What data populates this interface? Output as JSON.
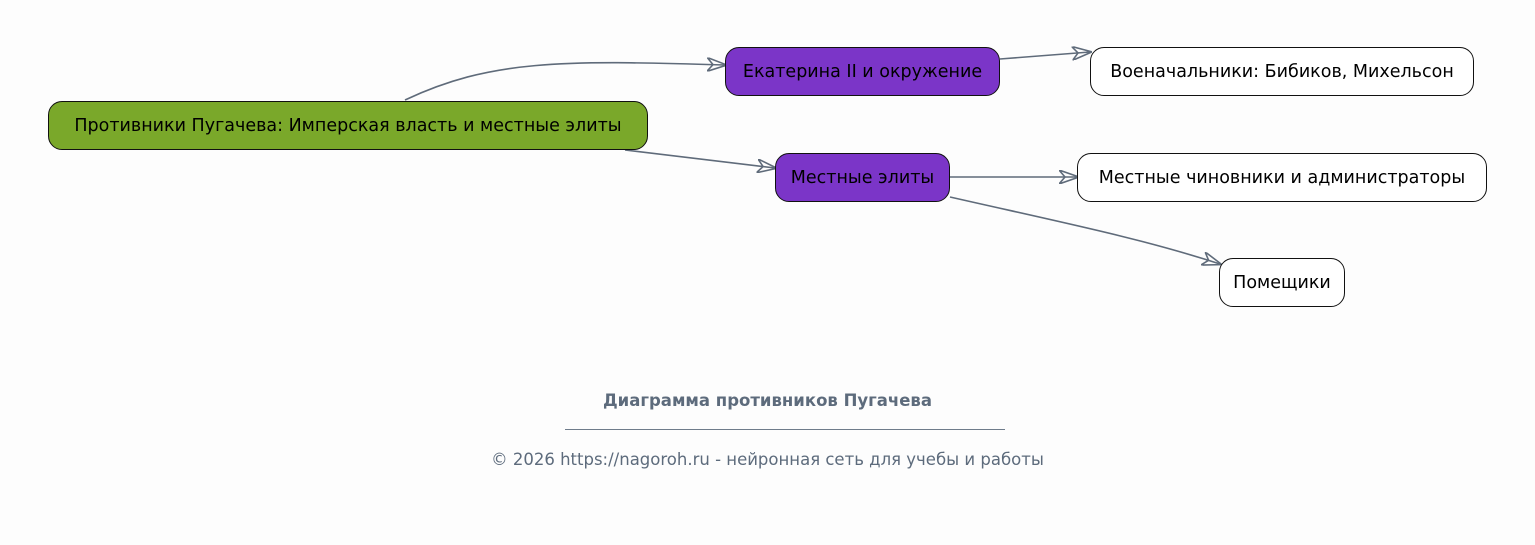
{
  "colors": {
    "root_fill": "#7aa82a",
    "branch_fill": "#7b35c8",
    "leaf_fill": "#ffffff",
    "edge": "#5f6b7a"
  },
  "diagram": {
    "nodes": [
      {
        "id": "root",
        "kind": "root",
        "label": "Противники Пугачева: Имперская власть и местные элиты"
      },
      {
        "id": "catherine",
        "kind": "branch",
        "label": "Екатерина II и окружение"
      },
      {
        "id": "local",
        "kind": "branch",
        "label": "Местные элиты"
      },
      {
        "id": "generals",
        "kind": "leaf",
        "label": "Военачальники: Бибиков, Михельсон"
      },
      {
        "id": "officials",
        "kind": "leaf",
        "label": "Местные чиновники и администраторы"
      },
      {
        "id": "landowners",
        "kind": "leaf",
        "label": "Помещики"
      }
    ],
    "edges": [
      {
        "from": "root",
        "to": "catherine"
      },
      {
        "from": "root",
        "to": "local"
      },
      {
        "from": "catherine",
        "to": "generals"
      },
      {
        "from": "local",
        "to": "officials"
      },
      {
        "from": "local",
        "to": "landowners"
      }
    ]
  },
  "footer": {
    "title": "Диаграмма противников Пугачева",
    "copyright": "© 2026 https://nagoroh.ru - нейронная сеть для учебы и работы"
  }
}
